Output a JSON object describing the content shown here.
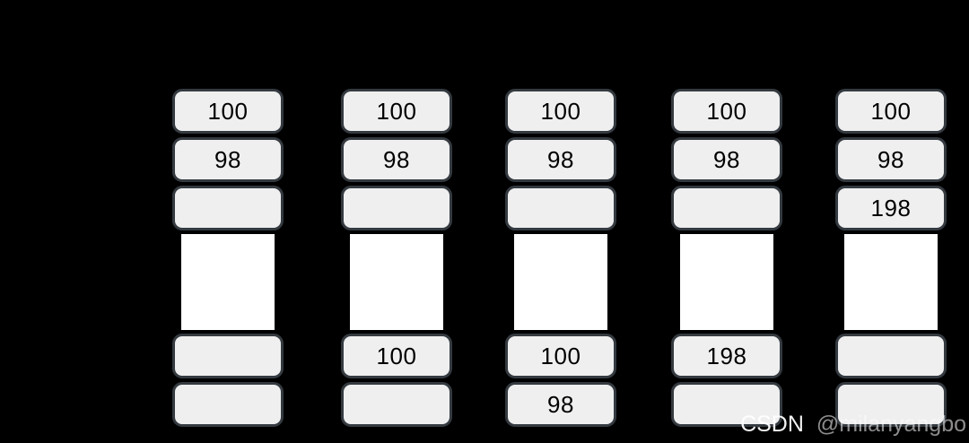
{
  "colors": {
    "background": "#000000",
    "box_fill": "#efefef",
    "box_border": "#343a40",
    "frame_fill": "#ffffff",
    "text": "#000000",
    "watermark_text": "#ffffff"
  },
  "watermark": {
    "brand": "CSDN",
    "handle": "@milanyangbo"
  },
  "diagram": {
    "columns": [
      {
        "top_cells": [
          "100",
          "98",
          ""
        ],
        "bottom_cells": [
          "",
          ""
        ]
      },
      {
        "top_cells": [
          "100",
          "98",
          ""
        ],
        "bottom_cells": [
          "100",
          ""
        ]
      },
      {
        "top_cells": [
          "100",
          "98",
          ""
        ],
        "bottom_cells": [
          "100",
          "98"
        ]
      },
      {
        "top_cells": [
          "100",
          "98",
          ""
        ],
        "bottom_cells": [
          "198",
          ""
        ]
      },
      {
        "top_cells": [
          "100",
          "98",
          "198"
        ],
        "bottom_cells": [
          "",
          ""
        ]
      }
    ]
  }
}
